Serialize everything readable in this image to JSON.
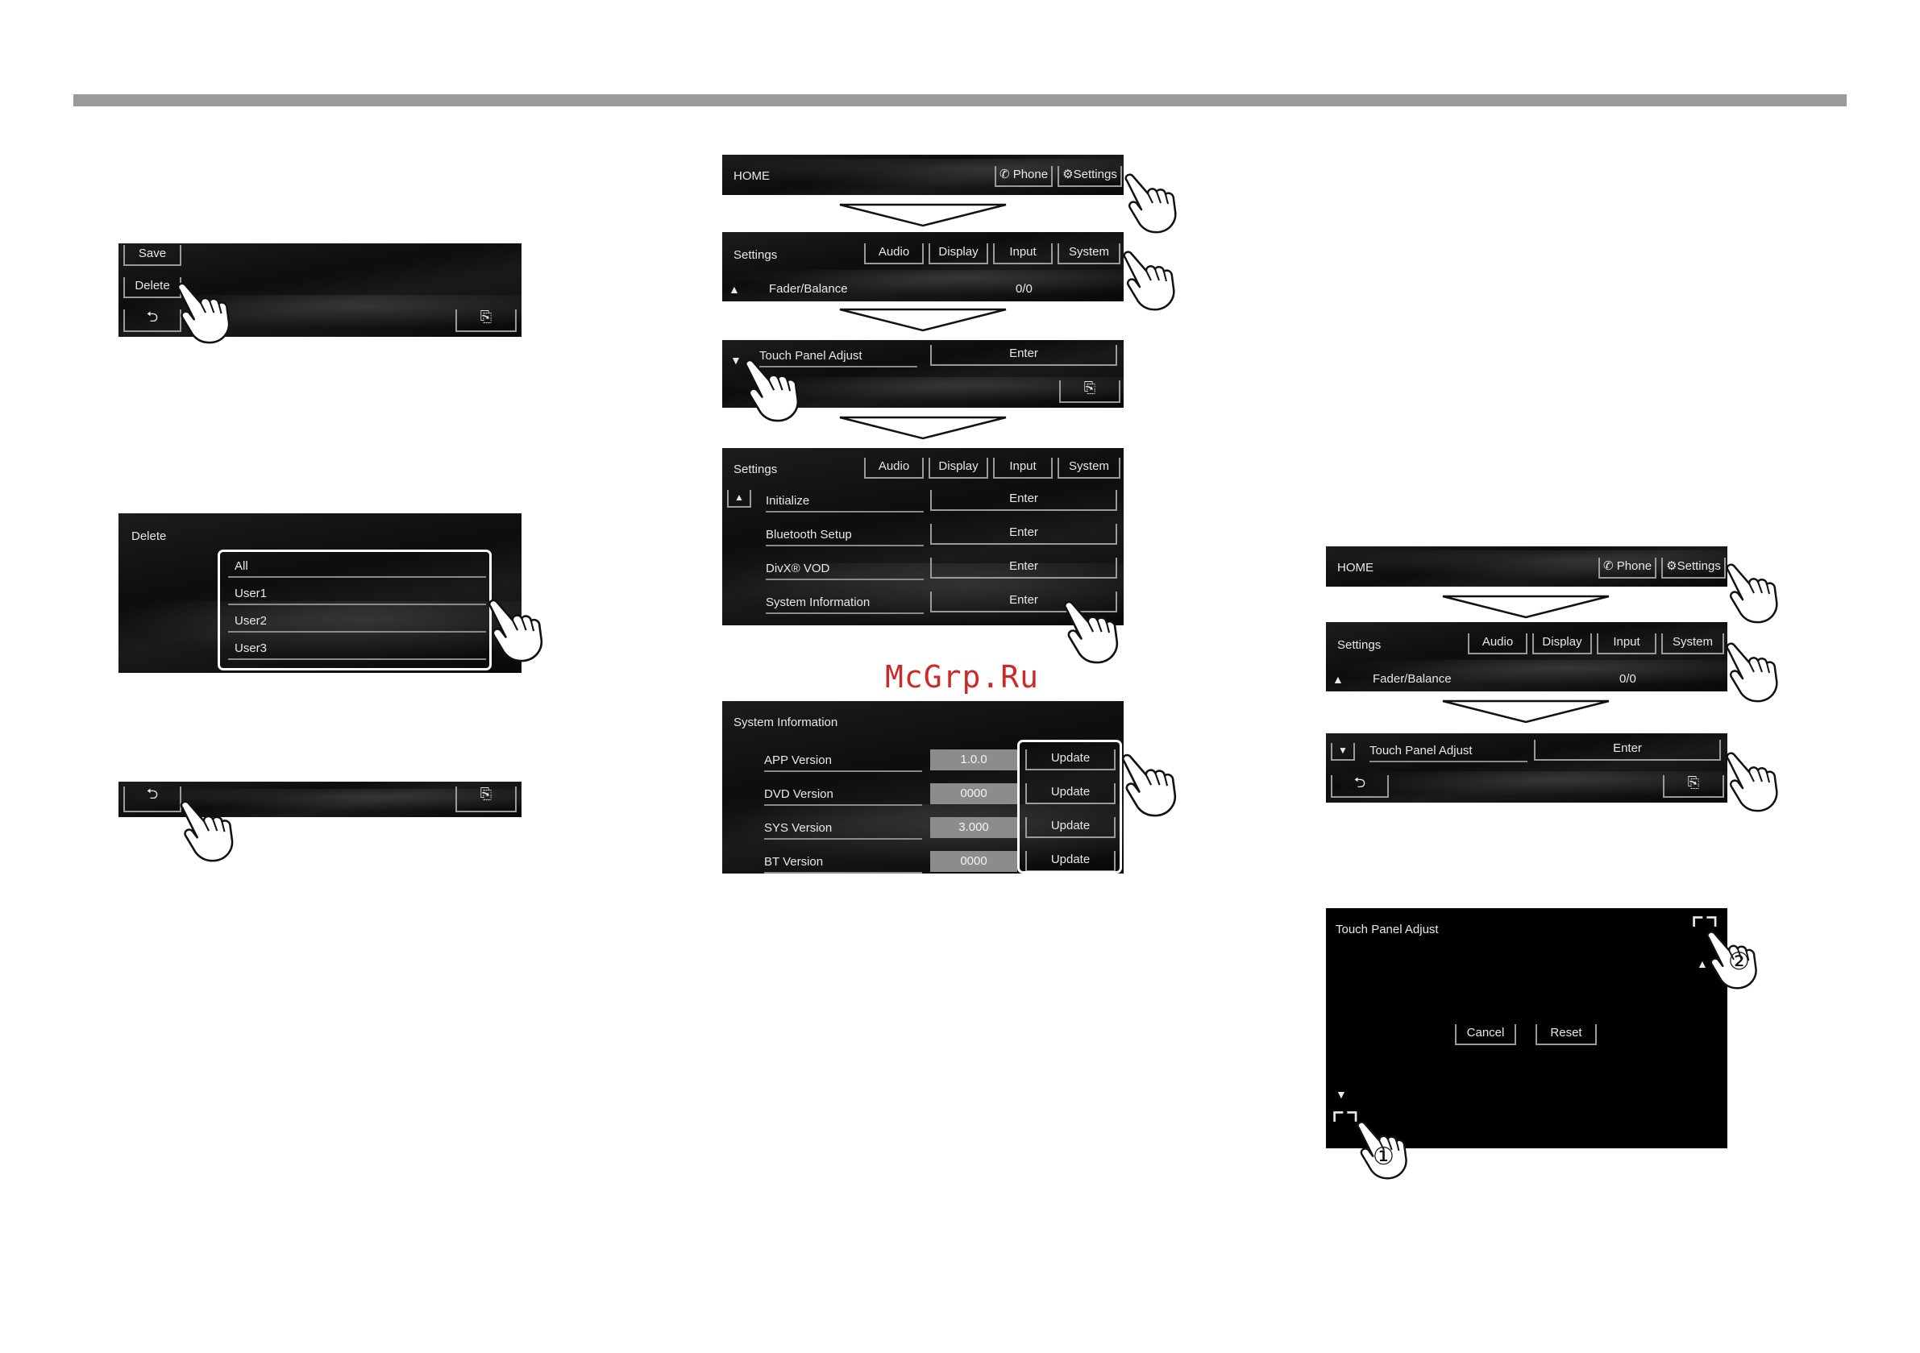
{
  "panel_a": {
    "save": "Save",
    "delete": "Delete"
  },
  "panel_b": {
    "title": "Delete",
    "items": [
      "All",
      "User1",
      "User2",
      "User3"
    ]
  },
  "home_bar": {
    "title": "HOME",
    "phone": "Phone",
    "settings": "Settings"
  },
  "settings_top": {
    "title": "Settings",
    "tabs": [
      "Audio",
      "Display",
      "Input",
      "System"
    ],
    "row_label": "Fader/Balance",
    "row_value": "0/0"
  },
  "touch_panel_row": {
    "label": "Touch Panel Adjust",
    "value": "Enter"
  },
  "settings_system": {
    "title": "Settings",
    "tabs": [
      "Audio",
      "Display",
      "Input",
      "System"
    ],
    "rows": [
      {
        "label": "Initialize",
        "value": "Enter"
      },
      {
        "label": "Bluetooth Setup",
        "value": "Enter"
      },
      {
        "label": "DivX® VOD",
        "value": "Enter"
      },
      {
        "label": "System Information",
        "value": "Enter"
      }
    ]
  },
  "watermark": "McGrp.Ru",
  "sysinfo": {
    "title": "System Information",
    "rows": [
      {
        "label": "APP Version",
        "value": "1.0.0",
        "button": "Update"
      },
      {
        "label": "DVD Version",
        "value": "0000",
        "button": "Update"
      },
      {
        "label": "SYS Version",
        "value": "3.000",
        "button": "Update"
      },
      {
        "label": "BT Version",
        "value": "0000",
        "button": "Update"
      }
    ]
  },
  "right_home": {
    "title": "HOME",
    "phone": "Phone",
    "settings": "Settings"
  },
  "right_settings": {
    "title": "Settings",
    "tabs": [
      "Audio",
      "Display",
      "Input",
      "System"
    ],
    "row_label": "Fader/Balance",
    "row_value": "0/0"
  },
  "right_touch": {
    "label": "Touch Panel Adjust",
    "value": "Enter"
  },
  "touch_adjust": {
    "title": "Touch Panel Adjust",
    "cancel": "Cancel",
    "reset": "Reset",
    "step1": "①",
    "step2": "②"
  },
  "icons": [
    "hand-pointer-icon",
    "back-arrow-icon",
    "exit-icon",
    "phone-icon",
    "gear-icon",
    "scroll-up-icon",
    "scroll-down-icon",
    "crosshair-icon"
  ]
}
